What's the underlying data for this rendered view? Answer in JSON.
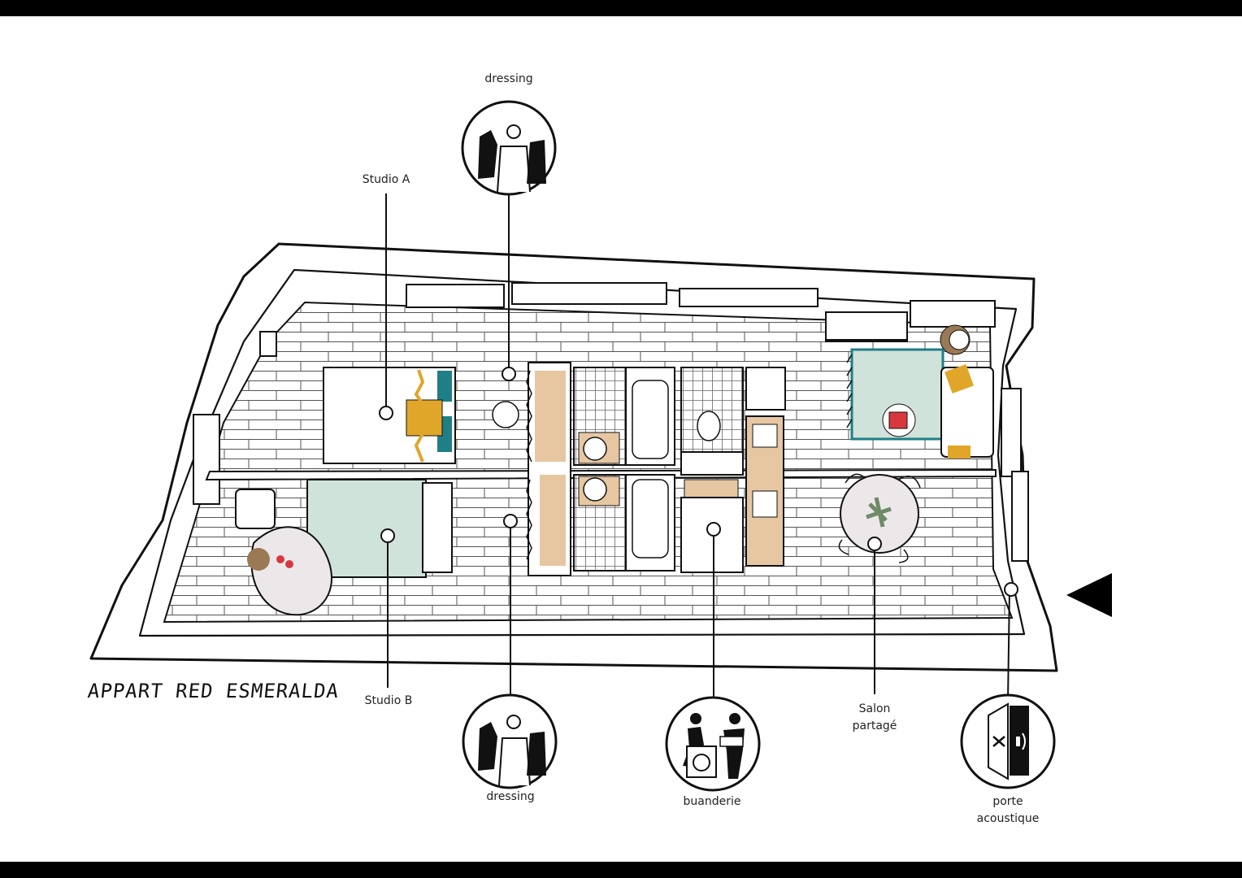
{
  "title": "APPART RED ESMERALDA",
  "labels": {
    "dressing_top": "dressing",
    "studio_a": "Studio A",
    "studio_b": "Studio B",
    "dressing_bottom": "dressing",
    "buanderie": "buanderie",
    "salon": "Salon\npartagé",
    "porte": "porte\nacoustique"
  },
  "colors": {
    "mint": "#cfe3da",
    "mustard": "#e0a62a",
    "teal": "#1f7e86",
    "wood": "#e6c7a2",
    "red": "#d9373f",
    "olive": "#9a7a55",
    "rug": "#ece8e9"
  },
  "icons": [
    "dressing-icon",
    "laundry-icon",
    "acoustic-door-icon",
    "entrance-arrow-icon"
  ]
}
